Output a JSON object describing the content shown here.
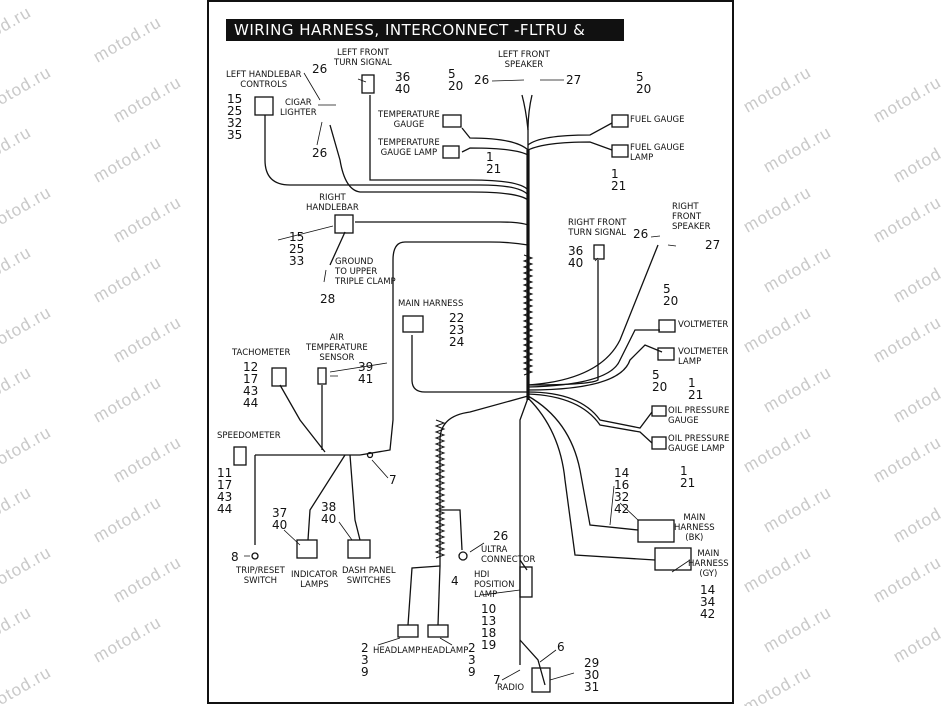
{
  "title": "WIRING HARNESS, INTERCONNECT -FLTRU & FLTRX",
  "watermark": "motod.ru",
  "components": {
    "left_handlebar_controls": {
      "label": "LEFT HANDLEBAR\nCONTROLS",
      "refs": "15\n25\n32\n35"
    },
    "cigar_lighter": {
      "label": "CIGAR\nLIGHTER",
      "refs_top": "26",
      "refs_bottom": "26"
    },
    "left_front_turn_signal": {
      "label": "LEFT FRONT\nTURN SIGNAL",
      "refs": "36\n40"
    },
    "temperature_gauge": {
      "label": "TEMPERATURE\nGAUGE",
      "refs": "5\n20"
    },
    "temperature_gauge_lamp": {
      "label": "TEMPERATURE\nGAUGE LAMP",
      "refs": "1\n21"
    },
    "left_front_speaker": {
      "label": "LEFT FRONT\nSPEAKER",
      "ref_left": "26",
      "ref_right": "27"
    },
    "fuel_gauge": {
      "label": "FUEL GAUGE",
      "refs": "5\n20"
    },
    "fuel_gauge_lamp": {
      "label": "FUEL GAUGE\nLAMP",
      "refs": "1\n21"
    },
    "right_handlebar": {
      "label": "RIGHT\nHANDLEBAR",
      "refs": "15\n25\n33"
    },
    "ground": {
      "label": "GROUND\nTO UPPER\nTRIPLE CLAMP",
      "refs": "28"
    },
    "right_front_turn_signal": {
      "label": "RIGHT FRONT\nTURN SIGNAL",
      "refs": "36\n40"
    },
    "right_front_speaker": {
      "label": "RIGHT\nFRONT\nSPEAKER",
      "ref_left": "26",
      "ref_right": "27"
    },
    "main_harness": {
      "label": "MAIN HARNESS",
      "refs": "22\n23\n24"
    },
    "voltmeter": {
      "label": "VOLTMETER",
      "refs": "5\n20"
    },
    "voltmeter_lamp": {
      "label": "VOLTMETER\nLAMP",
      "refs": "1\n21"
    },
    "tachometer": {
      "label": "TACHOMETER",
      "refs": "12\n17\n43\n44"
    },
    "air_temperature_sensor": {
      "label": "AIR\nTEMPERATURE\nSENSOR",
      "refs": "39\n41"
    },
    "oil_pressure_gauge": {
      "label": "OIL PRESSURE\nGAUGE",
      "refs": "5\n20"
    },
    "oil_pressure_gauge_lamp": {
      "label": "OIL PRESSURE\nGAUGE LAMP",
      "refs": "1\n21"
    },
    "speedometer": {
      "label": "SPEEDOMETER",
      "refs": "11\n17\n43\n44"
    },
    "junction_ref": {
      "refs": "7"
    },
    "main_harness_bk": {
      "label": "MAIN\nHARNESS\n(BK)",
      "refs": "14\n16\n32\n42"
    },
    "main_harness_gy": {
      "label": "MAIN\nHARNESS\n(GY)",
      "refs": "14\n34\n42"
    },
    "indicator_lamps": {
      "label": "INDICATOR\nLAMPS",
      "refs": "37\n40"
    },
    "dash_panel_switches": {
      "label": "DASH PANEL\nSWITCHES",
      "refs": "38\n40"
    },
    "ultra_connector": {
      "label": "ULTRA\nCONNECTOR",
      "refs": "26"
    },
    "trip_reset_switch": {
      "label": "TRIP/RESET\nSWITCH",
      "refs": "8"
    },
    "ref_4": {
      "refs": "4"
    },
    "hdi_position_lamp": {
      "label": "HDI\nPOSITION\nLAMP",
      "refs": "10\n13\n18\n19"
    },
    "headlamp_left": {
      "label": "HEADLAMP",
      "refs": "2\n3\n9"
    },
    "headlamp_right": {
      "label": "HEADLAMP",
      "refs": "2\n3\n9"
    },
    "radio": {
      "label": "RADIO",
      "ref_top": "6",
      "ref_left": "7",
      "refs": "29\n30\n31"
    }
  },
  "colors": {
    "line": "#111111",
    "watermark": "#c9c9c9",
    "title_bg": "#111111",
    "title_fg": "#ffffff"
  }
}
